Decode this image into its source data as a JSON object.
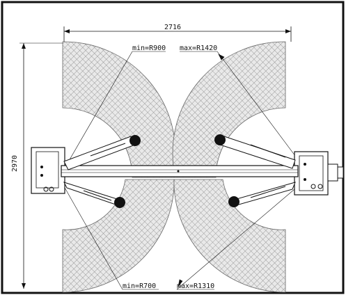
{
  "drawing": {
    "width_dimension": "2716",
    "height_dimension": "2970",
    "labels": {
      "top_min_radius": "min=R900",
      "top_max_radius": "max=R1420",
      "bottom_min_radius": "min=R700",
      "bottom_max_radius": "max=R1310"
    },
    "colors": {
      "line": "#111111",
      "hatch": "#8a8a8a",
      "background": "#ffffff"
    }
  }
}
